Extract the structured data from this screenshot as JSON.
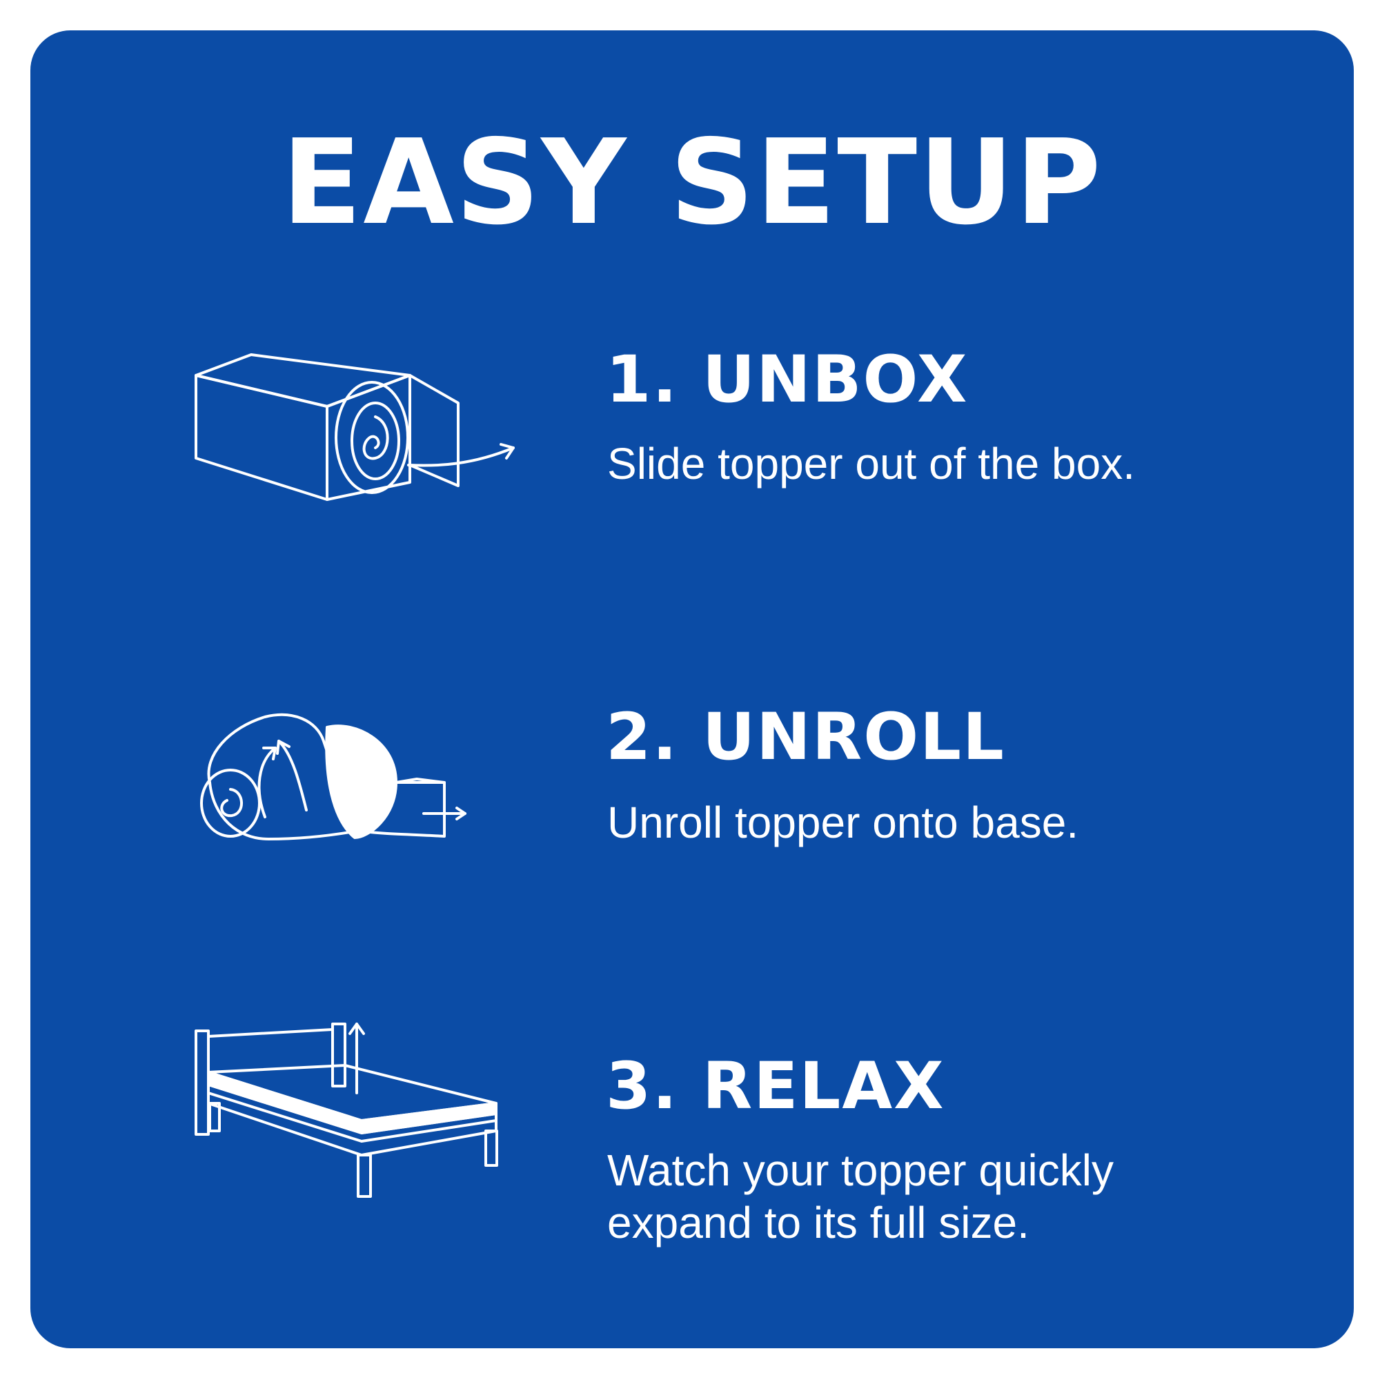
{
  "title": "EASY SETUP",
  "colors": {
    "panel_background": "#0b4ca6",
    "text": "#ffffff",
    "page_background": "#ffffff"
  },
  "steps": [
    {
      "heading": "1. UNBOX",
      "description_lines": [
        "Slide topper out of the box."
      ],
      "icon": "box-with-rolled-topper-icon"
    },
    {
      "heading": "2. UNROLL",
      "description_lines": [
        "Unroll topper onto base."
      ],
      "icon": "unrolling-topper-icon"
    },
    {
      "heading": "3. RELAX",
      "description_lines": [
        "Watch your topper quickly",
        "expand to its full size."
      ],
      "icon": "bed-with-topper-icon"
    }
  ]
}
